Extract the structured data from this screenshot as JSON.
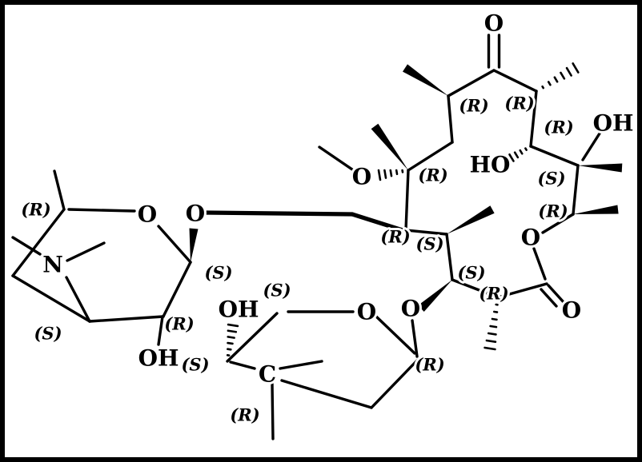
{
  "colors": {
    "bond": "#000000",
    "background": "#ffffff",
    "frame": "#000000",
    "label": "#000000"
  },
  "atom_labels": [
    {
      "id": "ketone-oxygen",
      "text": "O"
    },
    {
      "id": "c12-hydroxyl",
      "text": "OH"
    },
    {
      "id": "c11-hydroxyl",
      "text": "HO"
    },
    {
      "id": "methoxy-oxygen",
      "text": "O"
    },
    {
      "id": "lactone-ester-oxygen",
      "text": "O"
    },
    {
      "id": "lactone-carbonyl-oxygen",
      "text": "O"
    },
    {
      "id": "cladinose-glycosidic-oxygen",
      "text": "O"
    },
    {
      "id": "cladinose-ring-oxygen",
      "text": "O"
    },
    {
      "id": "desosamine-ring-oxygen",
      "text": "O"
    },
    {
      "id": "desosamine-glycosidic-oxygen",
      "text": "O"
    },
    {
      "id": "dimethylamino-nitrogen",
      "text": "N"
    },
    {
      "id": "desosamine-hydroxyl",
      "text": "OH"
    },
    {
      "id": "cladinose-hydroxyl",
      "text": "OH"
    },
    {
      "id": "cladinose-quaternary-carbon",
      "text": "C"
    }
  ],
  "stereo_labels": [
    {
      "id": "macro-c8",
      "text": "(R)"
    },
    {
      "id": "macro-c10",
      "text": "(R)"
    },
    {
      "id": "macro-c11",
      "text": "(R)"
    },
    {
      "id": "macro-c12",
      "text": "(S)"
    },
    {
      "id": "macro-c13",
      "text": "(R)"
    },
    {
      "id": "macro-c6",
      "text": "(R)"
    },
    {
      "id": "macro-c5",
      "text": "(R)"
    },
    {
      "id": "macro-c4",
      "text": "(S)"
    },
    {
      "id": "macro-c3",
      "text": "(S)"
    },
    {
      "id": "macro-c2",
      "text": "(R)"
    },
    {
      "id": "desosamine-c5",
      "text": "(R)"
    },
    {
      "id": "desosamine-c3",
      "text": "(S)"
    },
    {
      "id": "desosamine-c2",
      "text": "(R)"
    },
    {
      "id": "desosamine-c1",
      "text": "(S)"
    },
    {
      "id": "cladinose-c4",
      "text": "(S)"
    },
    {
      "id": "cladinose-c5",
      "text": "(S)"
    },
    {
      "id": "cladinose-c3",
      "text": "(R)"
    },
    {
      "id": "cladinose-c1",
      "text": "(R)"
    }
  ]
}
